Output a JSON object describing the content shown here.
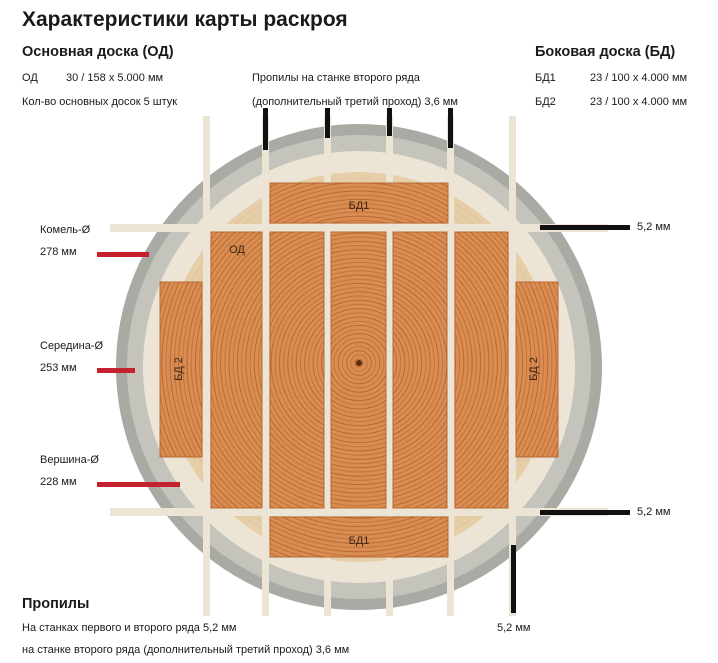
{
  "title": "Характеристики карты раскроя",
  "main_board": {
    "heading": "Основная доска (ОД)",
    "code": "ОД",
    "size": "30 / 158 x 5.000 мм",
    "count": "Кол-во основных досок 5 штук"
  },
  "side_board": {
    "heading": "Боковая доска (БД)",
    "rows": [
      {
        "code": "БД1",
        "size": "23 / 100 x 4.000 мм"
      },
      {
        "code": "БД2",
        "size": "23 / 100 x 4.000 мм"
      }
    ]
  },
  "second_row_cuts": {
    "line1": "Пропилы на станке второго ряда",
    "line2": "(дополнительный третий проход) 3,6 мм"
  },
  "diameters": {
    "butt_label": "Комель-Ø",
    "butt_value": "278 мм",
    "middle_label": "Середина-Ø",
    "middle_value": "253 мм",
    "top_label": "Вершина-Ø",
    "top_value": "228 мм"
  },
  "kerf_labels": {
    "a": "5,2 мм",
    "b": "5,2 мм",
    "c": "5,2 мм"
  },
  "board_labels": {
    "bd1": "БД1",
    "od": "ОД",
    "bd2": "БД 2"
  },
  "cuts_section": {
    "heading": "Пропилы",
    "line1": "На станках первого и второго ряда 5,2 мм",
    "line2": "на станке второго ряда (дополнительный третий проход) 3,6 мм"
  },
  "colors": {
    "bark": "#a9aaa4",
    "sapwood": "#ece4d4",
    "wood": "#d98d52",
    "ring": "#ac5a26",
    "pointer_red": "#c4232e",
    "pointer_black": "#111111"
  }
}
